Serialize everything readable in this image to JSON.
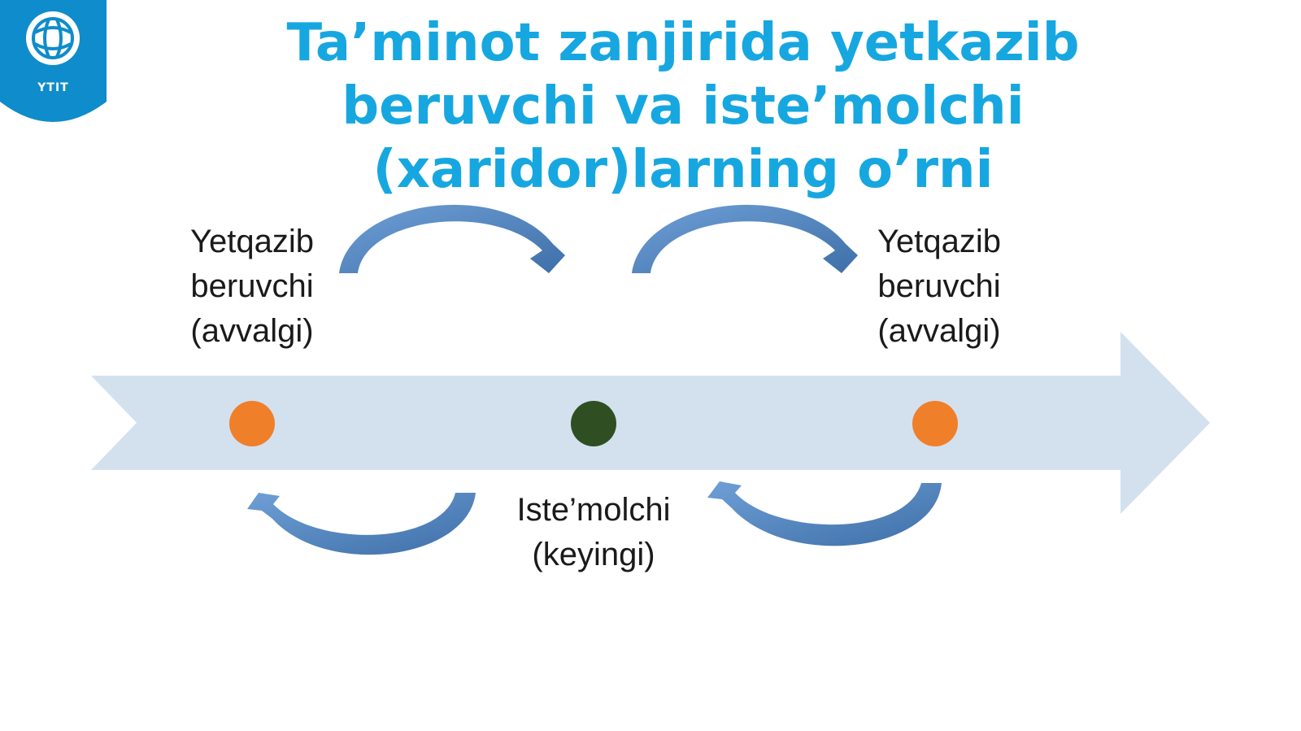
{
  "logo": {
    "text": "YTIT",
    "color": "#0f8ccb"
  },
  "title": {
    "lines": [
      "Ta’minot zanjirida yetkazib",
      "beruvchi va iste’molchi",
      "(xaridor)larning o’rni"
    ],
    "color": "#17a7e0"
  },
  "nodes": {
    "supplier_left": {
      "lines": [
        "Yetqazib",
        "beruvchi",
        "(avvalgi)"
      ],
      "color": "#f07f2a"
    },
    "consumer": {
      "lines": [
        "Iste’molchi",
        "(keyingi)"
      ],
      "color": "#2f4f22"
    },
    "supplier_right": {
      "lines": [
        "Yetqazib",
        "beruvchi",
        "(avvalgi)"
      ],
      "color": "#f07f2a"
    }
  },
  "colors": {
    "timeline_arrow": "#d3e1ef",
    "curved_arrow": "#5b8fc8",
    "curved_arrow_dark": "#3e6fa8"
  }
}
